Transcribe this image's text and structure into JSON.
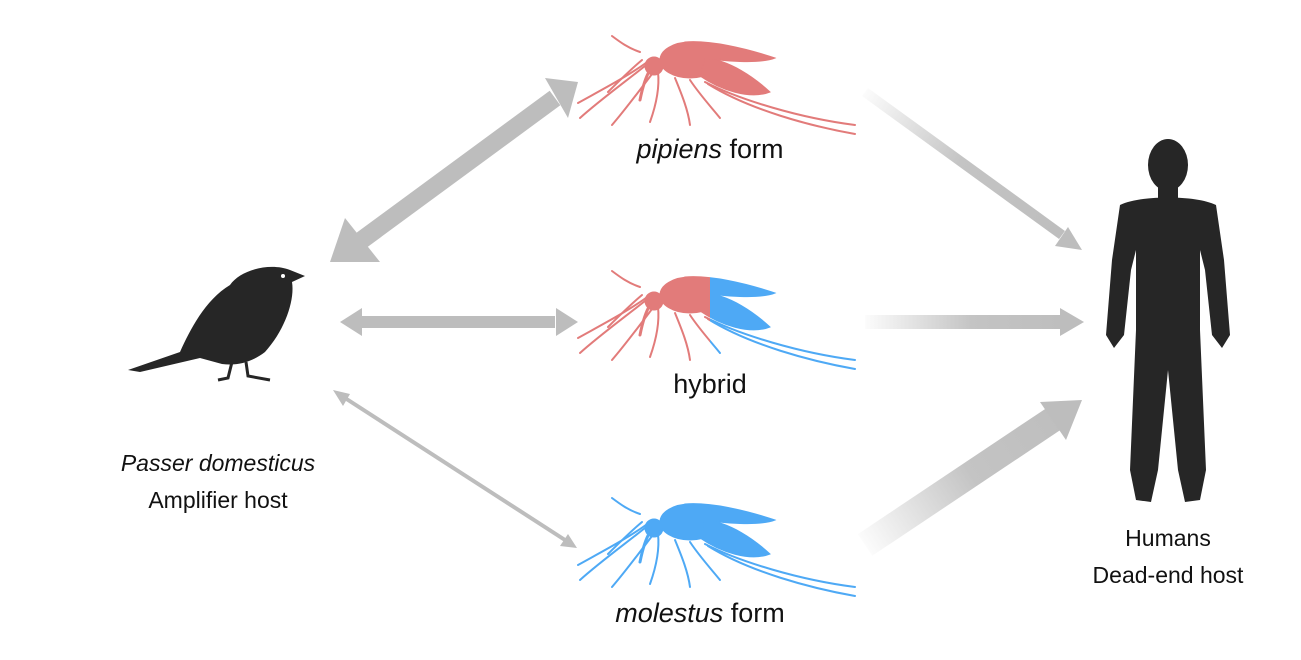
{
  "colors": {
    "pipiens": "#e27b7a",
    "molestus": "#4ea9f5",
    "silhouette": "#262626",
    "arrow": "#bdbdbd"
  },
  "icons": {
    "bird": "sparrow-icon",
    "human": "human-icon",
    "mosquito": "mosquito-icon"
  },
  "bird": {
    "species": "Passer domesticus",
    "role": "Amplifier host"
  },
  "human": {
    "name": "Humans",
    "role": "Dead-end host"
  },
  "mosquitoes": {
    "pipiens": {
      "name": "pipiens",
      "suffix": " form"
    },
    "hybrid": {
      "name": "hybrid"
    },
    "molestus": {
      "name": "molestus",
      "suffix": " form"
    }
  }
}
